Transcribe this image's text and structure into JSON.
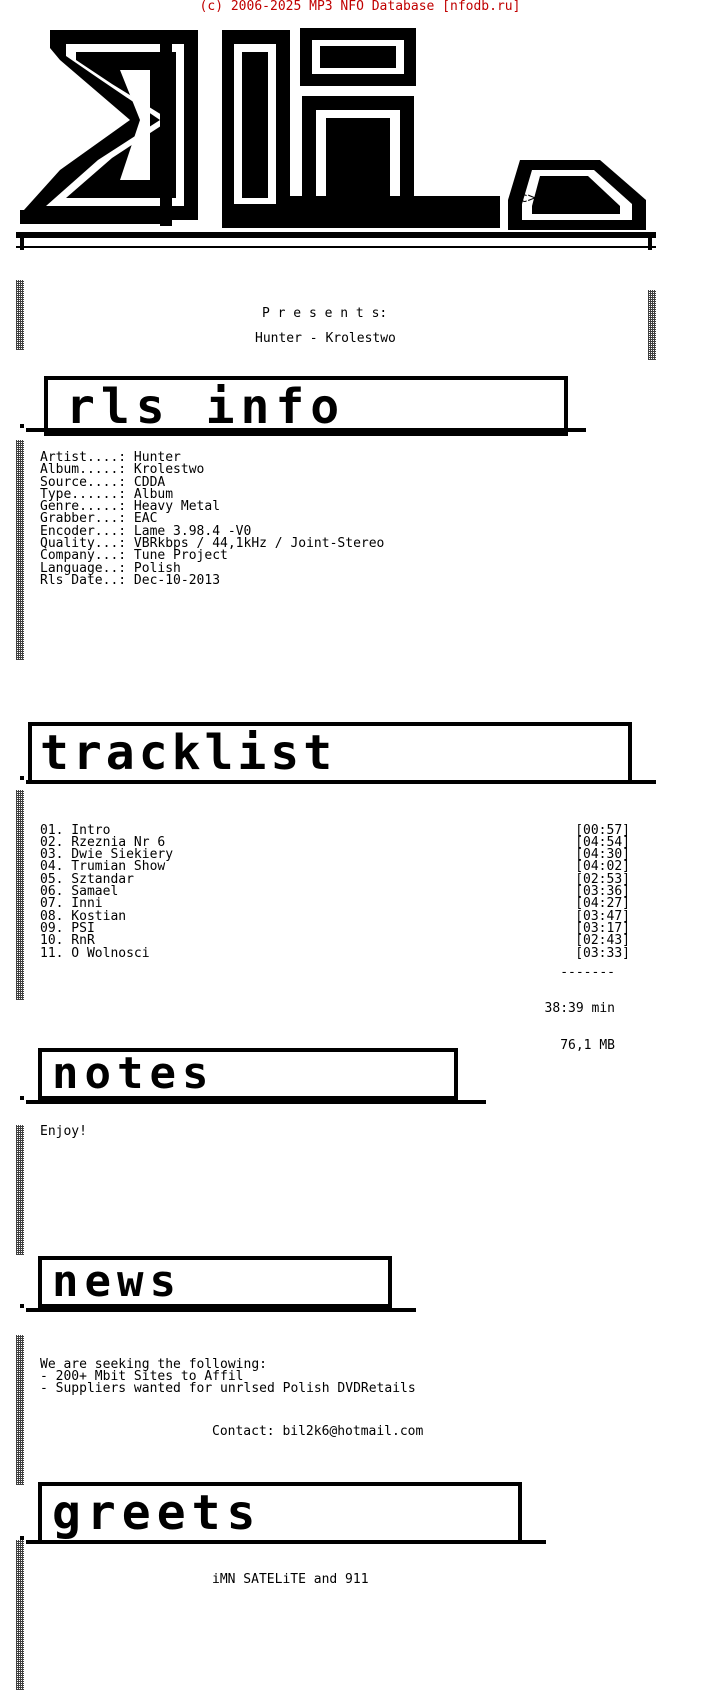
{
  "credit": "(c) 2006-2025 MP3 NFO Database [nfodb.ru]",
  "logo": {
    "tag": "<c>nTg"
  },
  "presents": "P r e s e n t s:",
  "release_title": "Hunter - Krolestwo",
  "sections": {
    "rls_info": "rls info",
    "tracklist": "tracklist",
    "notes": "notes",
    "news": "news",
    "greets": "greets"
  },
  "info": [
    {
      "key": "Artist....:",
      "value": "Hunter"
    },
    {
      "key": "Album.....:",
      "value": "Krolestwo"
    },
    {
      "key": "Source....:",
      "value": "CDDA"
    },
    {
      "key": "Type......:",
      "value": "Album"
    },
    {
      "key": "Genre.....:",
      "value": "Heavy Metal"
    },
    {
      "key": "Grabber...:",
      "value": "EAC"
    },
    {
      "key": "Encoder...:",
      "value": "Lame 3.98.4 -V0"
    },
    {
      "key": "Quality...:",
      "value": "VBRkbps / 44,1kHz / Joint-Stereo"
    },
    {
      "key": "Company...:",
      "value": "Tune Project"
    },
    {
      "key": "Language..:",
      "value": "Polish"
    },
    {
      "key": "Rls Date..:",
      "value": "Dec-10-2013"
    }
  ],
  "tracks": [
    {
      "title": "01. Intro",
      "time": "[00:57]"
    },
    {
      "title": "02. Rzeznia Nr 6",
      "time": "[04:54]"
    },
    {
      "title": "03. Dwie Siekiery",
      "time": "[04:30]"
    },
    {
      "title": "04. Trumian Show",
      "time": "[04:02]"
    },
    {
      "title": "05. Sztandar",
      "time": "[02:53]"
    },
    {
      "title": "06. Samael",
      "time": "[03:36]"
    },
    {
      "title": "07. Inni",
      "time": "[04:27]"
    },
    {
      "title": "08. Kostian",
      "time": "[03:47]"
    },
    {
      "title": "09. PSI",
      "time": "[03:17]"
    },
    {
      "title": "10. RnR",
      "time": "[02:43]"
    },
    {
      "title": "11. O Wolnosci",
      "time": "[03:33]"
    }
  ],
  "totals": {
    "separator": "-------",
    "duration": "38:39 min",
    "size": "76,1 MB"
  },
  "notes_text": "Enjoy!",
  "news_lines": [
    "We are seeking the following:",
    "- 200+ Mbit Sites to Affil",
    "- Suppliers wanted for unrlsed Polish DVDRetails"
  ],
  "contact": "Contact: bil2k6@hotmail.com",
  "greets_text": "iMN SATELiTE and 911"
}
